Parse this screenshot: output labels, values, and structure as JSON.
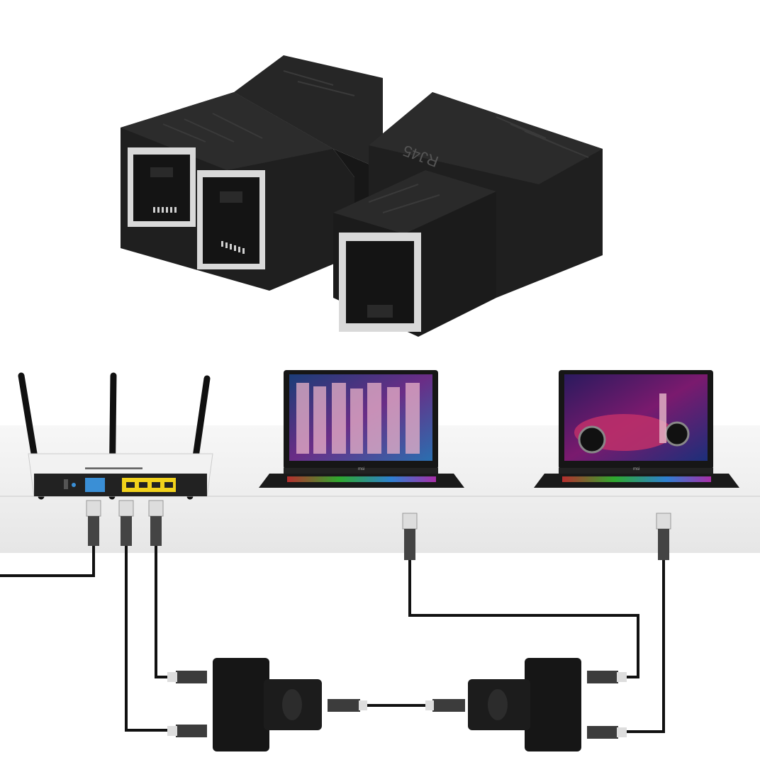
{
  "product": {
    "splitter_marking": "RJ45",
    "port_count": 2
  },
  "devices": {
    "laptop_brand": "msi"
  },
  "colors": {
    "background": "#ffffff",
    "shelf": "#ececec",
    "plastic": "#1c1c1c",
    "plastic_light": "#2e2e2e",
    "port_metal": "#d8d8d8",
    "router_body": "#f2f2f2",
    "router_wan_port": "#3a8fd6",
    "router_lan_port": "#f2d21b",
    "cable": "#111111",
    "connector": "#4a4a4a"
  }
}
